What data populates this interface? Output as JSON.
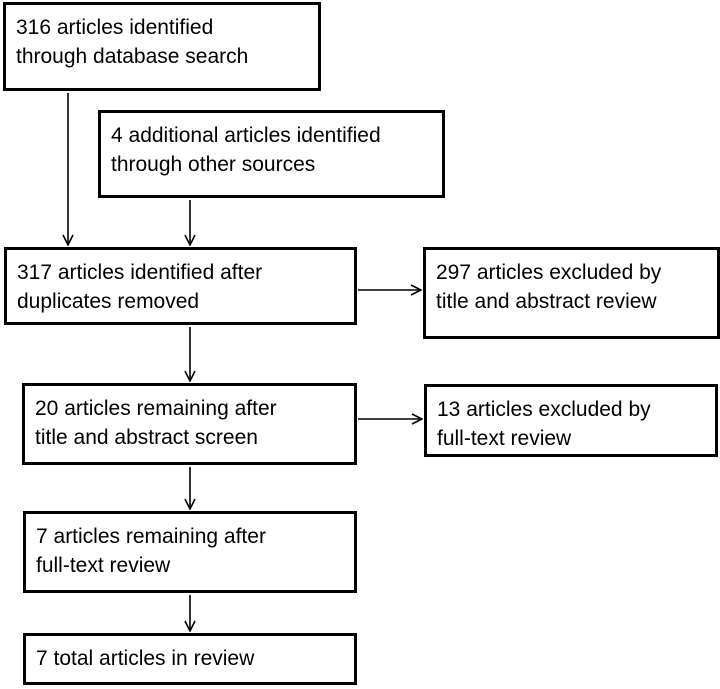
{
  "boxes": {
    "database_search": "316 articles identified\nthrough database search",
    "other_sources": "4 additional articles identified\nthrough other sources",
    "duplicates_removed": "317 articles identified after\nduplicates removed",
    "excluded_title_abstract": "297 articles excluded by\ntitle and abstract review",
    "remaining_after_screen": "20 articles remaining after\ntitle and abstract screen",
    "excluded_full_text": "13 articles excluded by\nfull-text review",
    "remaining_after_full_text": "7 articles remaining after\nfull-text review",
    "total_in_review": "7 total articles in review"
  },
  "colors": {
    "stroke": "#000000",
    "background": "#ffffff"
  }
}
